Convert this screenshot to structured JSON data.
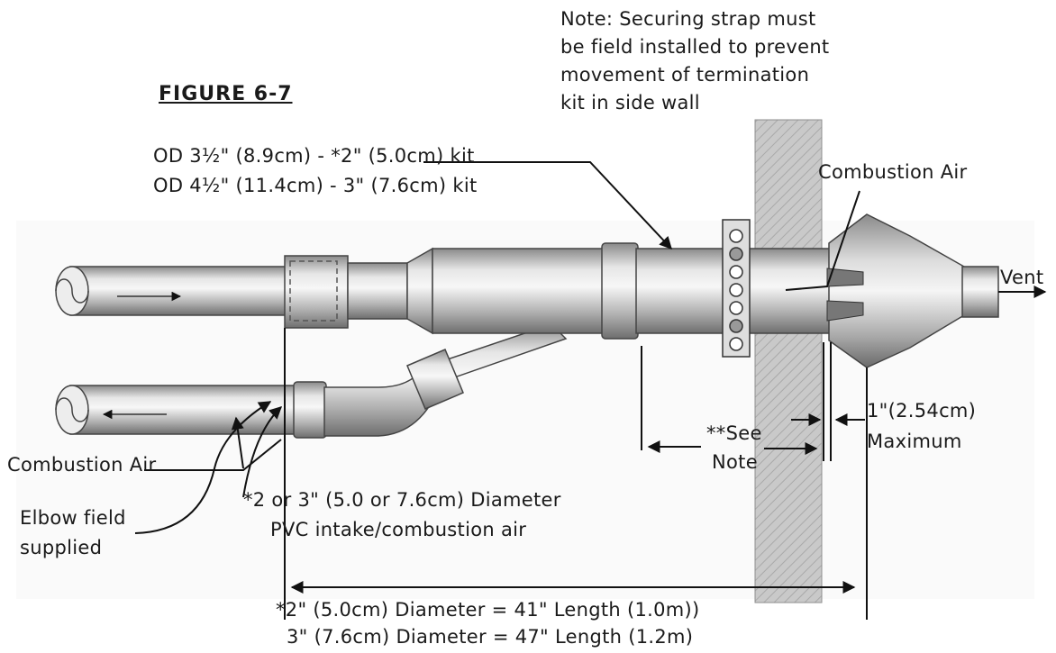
{
  "figure": {
    "title": "FIGURE 6-7"
  },
  "notes": {
    "strap_note": [
      "Note: Securing strap must",
      "be field installed to prevent",
      "movement of termination",
      "kit in side wall"
    ]
  },
  "labels": {
    "od_line_1": "OD 3½\" (8.9cm) - *2\" (5.0cm) kit",
    "od_line_2": "OD 4½\" (11.4cm) -   3\" (7.6cm) kit",
    "combustion_air_top": "Combustion Air",
    "vent": "Vent",
    "combustion_air_left": "Combustion Air",
    "elbow_line_1": "Elbow field",
    "elbow_line_2": "supplied",
    "pvc_line_1": "*2 or 3\" (5.0 or 7.6cm) Diameter",
    "pvc_line_2": "PVC intake/combustion air",
    "see_note_1": "**See",
    "see_note_2": "Note",
    "max_line_1": "1\"(2.54cm)",
    "max_line_2": "Maximum",
    "length_line_1": "*2\" (5.0cm) Diameter = 41\" Length (1.0m))",
    "length_line_2": "3\" (7.6cm)  Diameter = 47\" Length (1.2m)"
  },
  "colors": {
    "pipe_light": "#f2f2f2",
    "pipe_mid": "#bdbdbd",
    "pipe_dark": "#7a7a7a",
    "wall_fill": "#c8c8c8",
    "line": "#111111"
  }
}
